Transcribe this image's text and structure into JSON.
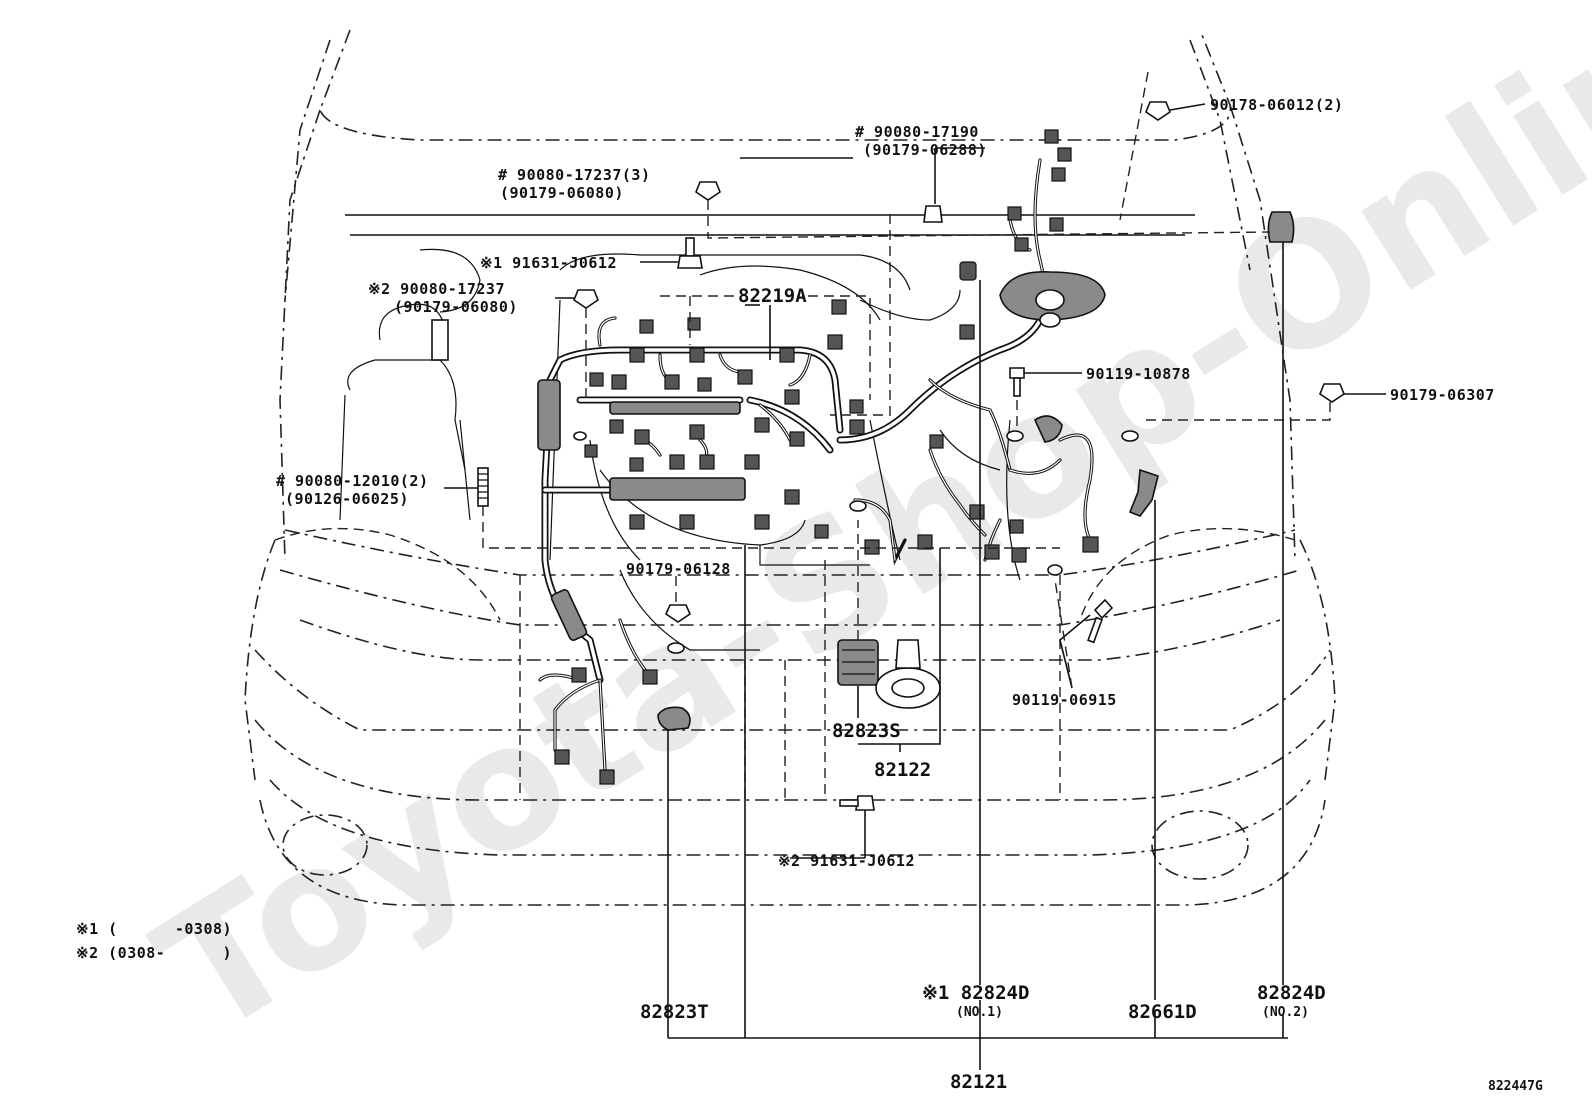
{
  "watermark": "Toyota-Shop-Online.ru",
  "figure_id": "822447G",
  "labels": {
    "p90178_06012": "90178-06012(2)",
    "p90080_17190": "# 90080-17190",
    "p90179_06288": "(90179-06288)",
    "p90080_17237_3": "# 90080-17237(3)",
    "p90179_06080_a": "(90179-06080)",
    "p91631_J0612_1": "※1 91631-J0612",
    "p90080_17237_2": "※2 90080-17237",
    "p90179_06080_b": "(90179-06080)",
    "p82219A": "82219A",
    "p90119_10878": "90119-10878",
    "p90179_06307": "90179-06307",
    "p90080_12010": "# 90080-12010(2)",
    "p90126_06025": "(90126-06025)",
    "p90179_06128": "90179-06128",
    "p90119_06915": "90119-06915",
    "p82823S": "82823S",
    "p82122": "82122",
    "p91631_J0612_2": "※2 91631-J0612",
    "p82823T": "82823T",
    "p82824D_1": "※1 82824D",
    "p82824D_1_no": "(NO.1)",
    "p82661D": "82661D",
    "p82824D_2": "82824D",
    "p82824D_2_no": "(NO.2)",
    "p82121": "82121"
  },
  "notes": {
    "note1": "※1 (      -0308)",
    "note2": "※2 (0308-      )"
  }
}
